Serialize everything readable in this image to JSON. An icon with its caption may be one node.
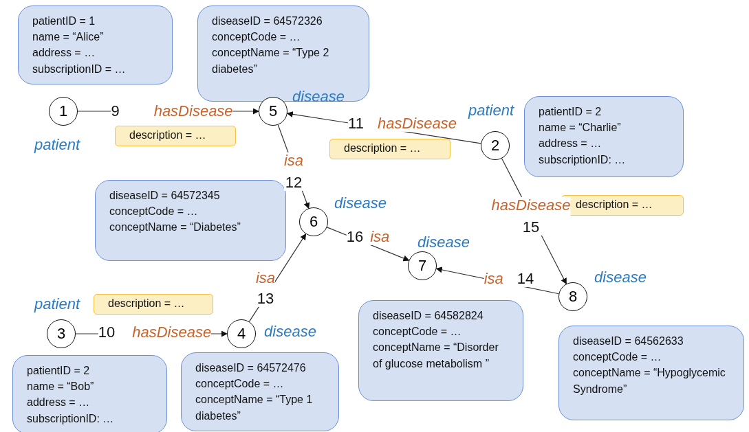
{
  "diagram": {
    "nodes": [
      {
        "text": [
          "patientID =  1",
          "name = “Alice”",
          "address = …",
          "subscriptionID = …"
        ]
      },
      {
        "text": [
          "diseaseID = 64572326",
          "conceptCode = …",
          "conceptName = “Type 2 diabetes”"
        ]
      },
      {
        "text": [
          "1"
        ],
        "beside": [
          "patient"
        ]
      },
      {
        "text": [
          "5"
        ],
        "beside": [
          "disease"
        ]
      },
      {
        "text": [
          "patientID =  2",
          "name = “Charlie”",
          "address = …",
          "subscriptionID: …"
        ]
      },
      {
        "text": [
          "2"
        ],
        "beside": [
          "patient"
        ]
      },
      {
        "text": [
          "description =  …"
        ]
      },
      {
        "text": [
          "description =  …"
        ]
      },
      {
        "text": [
          "diseaseID = 64572345",
          "conceptCode =  …",
          "conceptName = “Diabetes”"
        ]
      },
      {
        "text": [
          "6"
        ],
        "beside": [
          "disease"
        ]
      },
      {
        "text": [
          "description =  …"
        ]
      },
      {
        "text": [
          "7"
        ],
        "beside": [
          "disease"
        ]
      },
      {
        "text": [
          "8"
        ],
        "beside": [
          "disease"
        ]
      },
      {
        "text": [
          "description =  …"
        ]
      },
      {
        "text": [
          "3"
        ],
        "beside": [
          "patient"
        ]
      },
      {
        "text": [
          "4"
        ],
        "beside": [
          "disease"
        ]
      },
      {
        "text": [
          "diseaseID = 64582824",
          "conceptCode = …",
          "conceptName = “Disorder of glucose metabolism ”"
        ]
      },
      {
        "text": [
          "diseaseID = 64562633",
          "conceptCode = …",
          "conceptName = “Hypoglycemic Syndrome”"
        ]
      },
      {
        "text": [
          "patientID =  2",
          "name = “Bob”",
          "address = …",
          "subscriptionID: …"
        ]
      },
      {
        "text": [
          "diseaseID = 64572476",
          "conceptCode = …",
          "conceptName = “Type 1 diabetes”"
        ]
      }
    ],
    "edges": [
      {
        "from": 2,
        "to": 3,
        "arrow": "to",
        "label": "9 hasDisease"
      },
      {
        "from": 5,
        "to": 3,
        "arrow": "to",
        "label": "11 hasDisease"
      },
      {
        "from": 3,
        "to": 9,
        "arrow": "to",
        "label": "isa 12"
      },
      {
        "from": 5,
        "to": 12,
        "arrow": "to",
        "label": "hasDisease 15"
      },
      {
        "from": 9,
        "to": 11,
        "arrow": "to",
        "label": "16 isa"
      },
      {
        "from": 12,
        "to": 11,
        "arrow": "to",
        "label": "isa 14"
      },
      {
        "from": 15,
        "to": 9,
        "arrow": "to",
        "label": "isa 13"
      },
      {
        "from": 14,
        "to": 15,
        "arrow": "to",
        "label": "10 hasDisease"
      }
    ]
  }
}
